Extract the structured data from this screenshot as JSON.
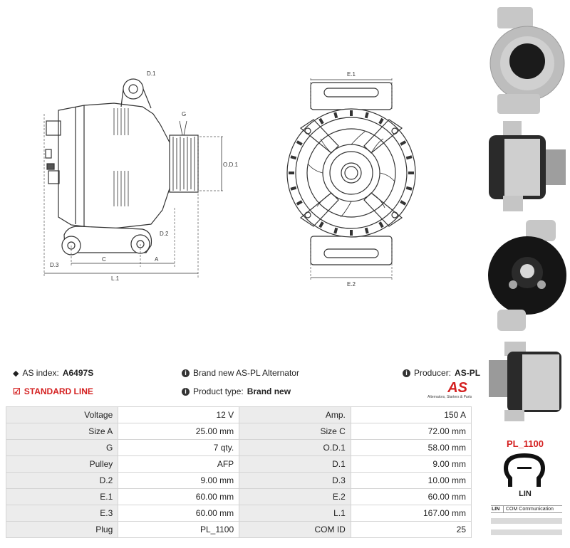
{
  "drawing": {
    "labels": {
      "d1": "D.1",
      "g": "G",
      "od1": "O.D.1",
      "d2": "D.2",
      "d3": "D.3",
      "c": "C",
      "a": "A",
      "l1": "L.1",
      "e1": "E.1",
      "e2": "E.2"
    }
  },
  "info": {
    "as_index_label": "AS index:",
    "as_index_value": "A6497S",
    "line": "STANDARD LINE",
    "description": "Brand new AS-PL Alternator",
    "product_type_label": "Product type:",
    "product_type_value": "Brand new",
    "producer_label": "Producer:",
    "producer_value": "AS-PL",
    "logo_text": "AS",
    "logo_tagline": "Alternators, Starters & Parts"
  },
  "specs": [
    {
      "l1": "Voltage",
      "v1": "12 V",
      "l2": "Amp.",
      "v2": "150 A"
    },
    {
      "l1": "Size A",
      "v1": "25.00 mm",
      "l2": "Size C",
      "v2": "72.00 mm"
    },
    {
      "l1": "G",
      "v1": "7 qty.",
      "l2": "O.D.1",
      "v2": "58.00 mm"
    },
    {
      "l1": "Pulley",
      "v1": "AFP",
      "l2": "D.1",
      "v2": "9.00 mm"
    },
    {
      "l1": "D.2",
      "v1": "9.00 mm",
      "l2": "D.3",
      "v2": "10.00 mm"
    },
    {
      "l1": "E.1",
      "v1": "60.00 mm",
      "l2": "E.2",
      "v2": "60.00 mm"
    },
    {
      "l1": "E.3",
      "v1": "60.00 mm",
      "l2": "L.1",
      "v2": "167.00 mm"
    },
    {
      "l1": "Plug",
      "v1": "PL_1100",
      "l2": "COM ID",
      "v2": "25"
    }
  ],
  "plug": {
    "code": "PL_1100",
    "name": "LIN",
    "pin_label": "LIN",
    "pin_desc": "COM Communication"
  },
  "colors": {
    "accent": "#d42020",
    "label_bg": "#ececec",
    "border": "#d4d4d4"
  }
}
